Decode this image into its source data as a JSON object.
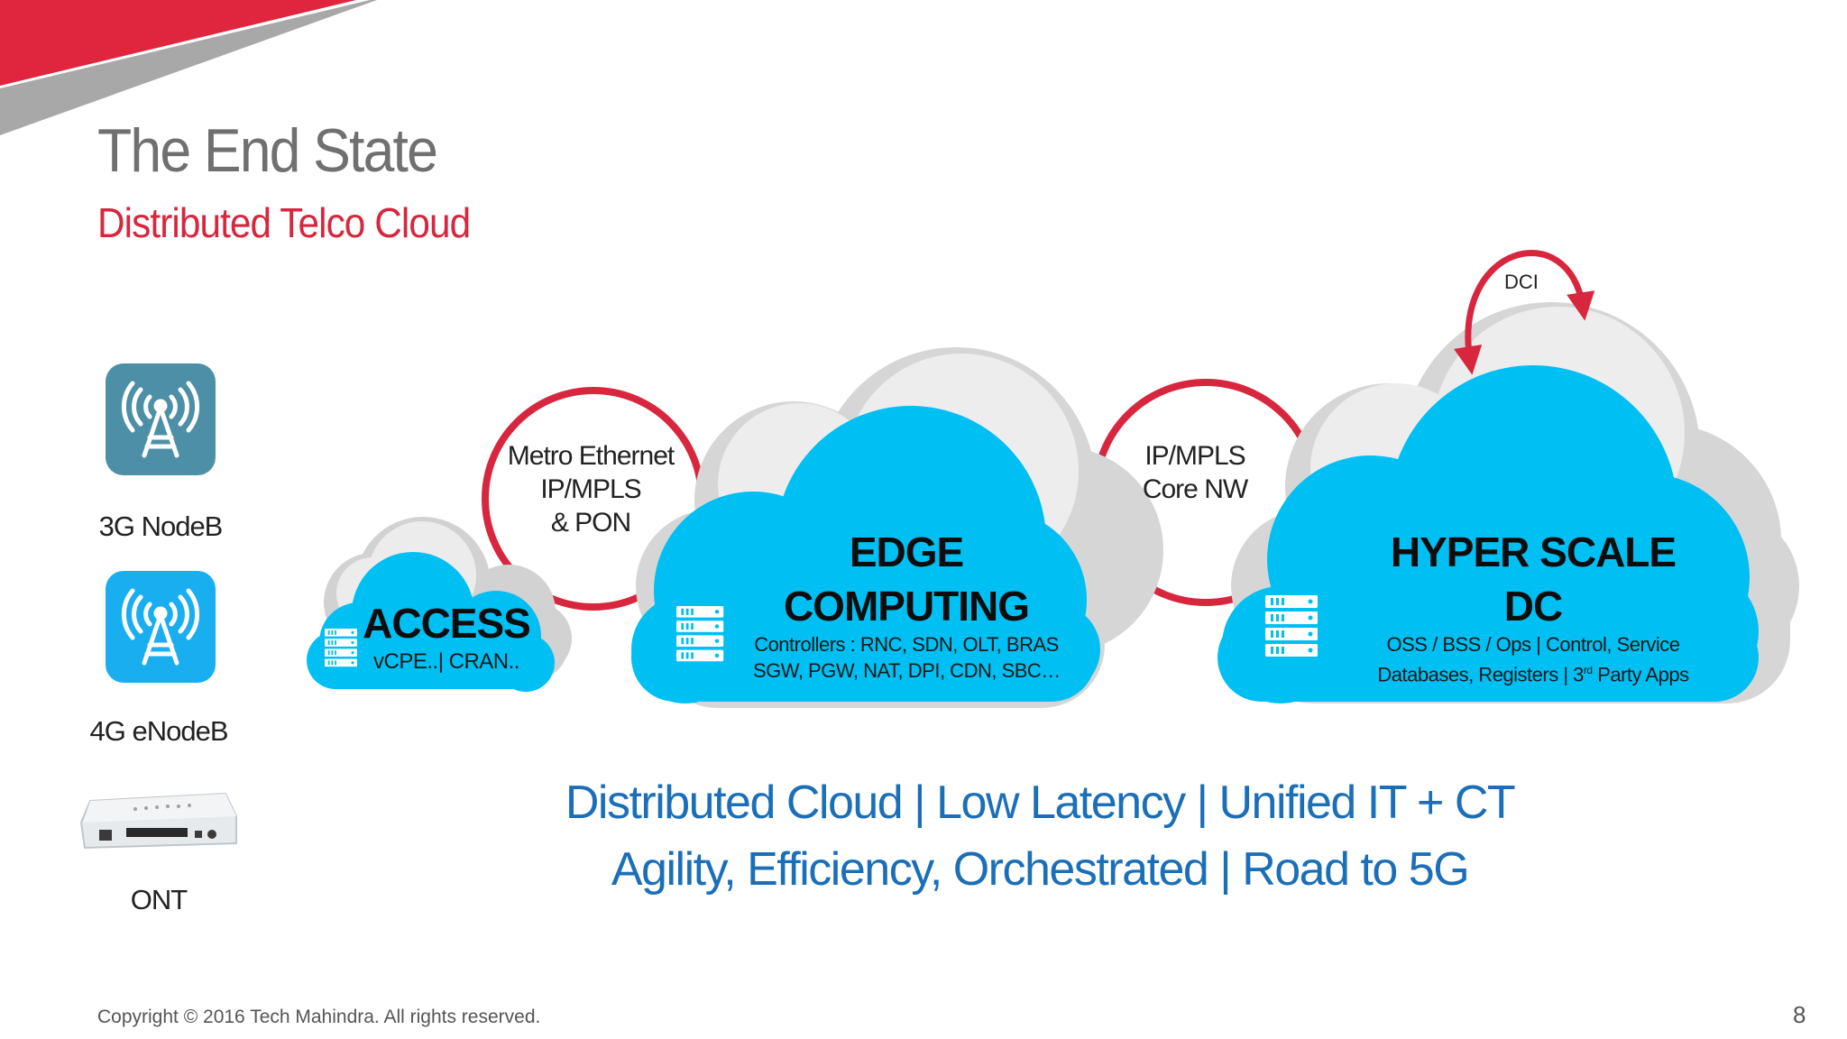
{
  "header": {
    "title": "The End State",
    "subtitle": "Distributed Telco Cloud"
  },
  "devices": [
    {
      "label": "3G NodeB",
      "icon": "cell-tower-icon",
      "color": "#4d8fa6"
    },
    {
      "label": "4G eNodeB",
      "icon": "cell-tower-icon",
      "color": "#19aef0"
    },
    {
      "label": "ONT",
      "icon": "ont-device-icon"
    }
  ],
  "links": {
    "access_edge": {
      "lines": [
        "Metro Ethernet",
        "IP/MPLS",
        "& PON"
      ]
    },
    "edge_dc": {
      "lines": [
        "IP/MPLS",
        "Core NW"
      ]
    },
    "dci": "DCI"
  },
  "clouds": {
    "access": {
      "title": "ACCESS",
      "sub": "vCPE..|  CRAN.."
    },
    "edge": {
      "title_lines": [
        "EDGE",
        "COMPUTING"
      ],
      "sub_lines": [
        "Controllers : RNC, SDN, OLT, BRAS",
        "SGW,  PGW, NAT, DPI, CDN, SBC…"
      ]
    },
    "dc": {
      "title_lines": [
        "HYPER SCALE",
        "DC"
      ],
      "sub_line1": "OSS  /  BSS  /  Ops |  Control, Service",
      "sub_line2_pre": "Databases, Registers | 3",
      "sub_line2_sup": "rd",
      "sub_line2_post": " Party Apps"
    }
  },
  "tagline": {
    "line1": "Distributed Cloud | Low Latency | Unified IT + CT",
    "line2": "Agility, Efficiency, Orchestrated | Road to 5G"
  },
  "footer": {
    "copyright": "Copyright  © 2016  Tech Mahindra.  All rights  reserved.",
    "page": "8"
  },
  "colors": {
    "brand_red": "#d7263d",
    "cloud_blue": "#00bff3",
    "cloud_shadow": "#cfcfcf",
    "tagline_blue": "#1a6fb8"
  }
}
